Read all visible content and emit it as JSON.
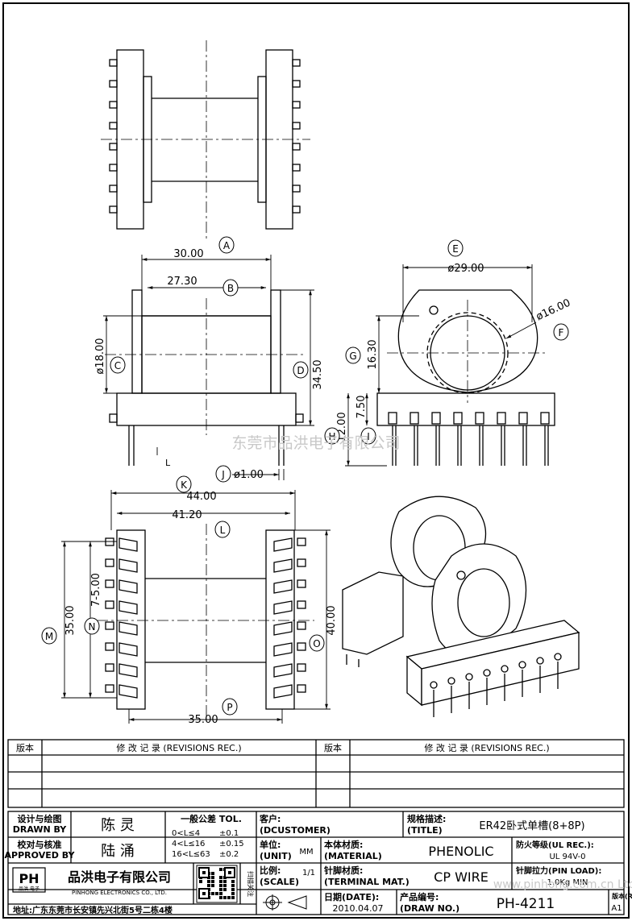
{
  "watermark": "东莞市品洪电子有限公司",
  "dims": {
    "A": "30.00",
    "B": "27.30",
    "C": "ø18.00",
    "D": "34.50",
    "E": "ø29.00",
    "F": "ø16.00",
    "G": "16.30",
    "H": "12.00",
    "I": "7.50",
    "J": "ø1.00",
    "K": "44.00",
    "L": "41.20",
    "M": "35.00",
    "N": "7-5.00",
    "O": "40.00",
    "P": "35.00"
  },
  "letters": [
    "A",
    "B",
    "C",
    "D",
    "E",
    "F",
    "G",
    "H",
    "I",
    "J",
    "K",
    "L",
    "M",
    "N",
    "O",
    "P"
  ],
  "dim_L_small": "L",
  "revisions": {
    "col_version": "版本",
    "col_records": "修 改 记 录 (REVISIONS REC.)",
    "col_version_2": "版本",
    "col_records_2": "修 改 记 录 (REVISIONS REC.)"
  },
  "title_block": {
    "drawn_cn": "设计与绘图",
    "drawn_en": "DRAWN BY",
    "drawn_name": "陈 灵",
    "approved_cn": "校对与核准",
    "approved_en": "APPROVED BY",
    "approved_name": "陆 涌",
    "tol_title": "一般公差 TOL.",
    "tol_rows": [
      {
        "range": "0<L≤4",
        "value": "±0.1"
      },
      {
        "range": "4<L≤16",
        "value": "±0.15"
      },
      {
        "range": "16<L≤63",
        "value": "±0.2"
      }
    ],
    "customer_cn": "客户:",
    "customer_en": "(DCUSTOMER)",
    "spec_cn": "规格描述:",
    "spec_en": "(TITLE)",
    "spec_value": "ER42卧式单槽(8+8P)",
    "unit_cn": "单位:",
    "unit_en": "(UNIT)",
    "unit_value": "MM",
    "material_cn": "本体材质:",
    "material_en": "(MATERIAL)",
    "material_value": "PHENOLIC",
    "fire_cn": "防火等级(UL REC.):",
    "fire_value": "UL 94V-0",
    "company_logo": "PH",
    "company_logo_sub": "品洪 电子",
    "company_cn": "品洪电子有限公司",
    "company_en": "PINHONG ELECTRONICS CO., LTD.",
    "qr_caption": "扫描关注",
    "scale_cn": "比例:",
    "scale_en": "(SCALE)",
    "scale_value": "1/1",
    "terminal_cn": "针脚材质:",
    "terminal_en": "(TERMINAL MAT.)",
    "terminal_value": "CP WIRE",
    "pin_load_cn": "针脚拉力(PIN LOAD):",
    "pin_load_value": "1.0Kg MIN",
    "address": "地址:广东东莞市长安镇先兴北街5号二栋4楼",
    "date_cn": "日期(DATE):",
    "date_value": "2010.04.07",
    "drawno_cn": "产品编号:",
    "drawno_en": "(DRAW NO.)",
    "drawno_value": "PH-4211",
    "rev_cn": "版本(REV):",
    "rev_value": "A1",
    "website": "www.pinhong.com.cn Ltd"
  }
}
